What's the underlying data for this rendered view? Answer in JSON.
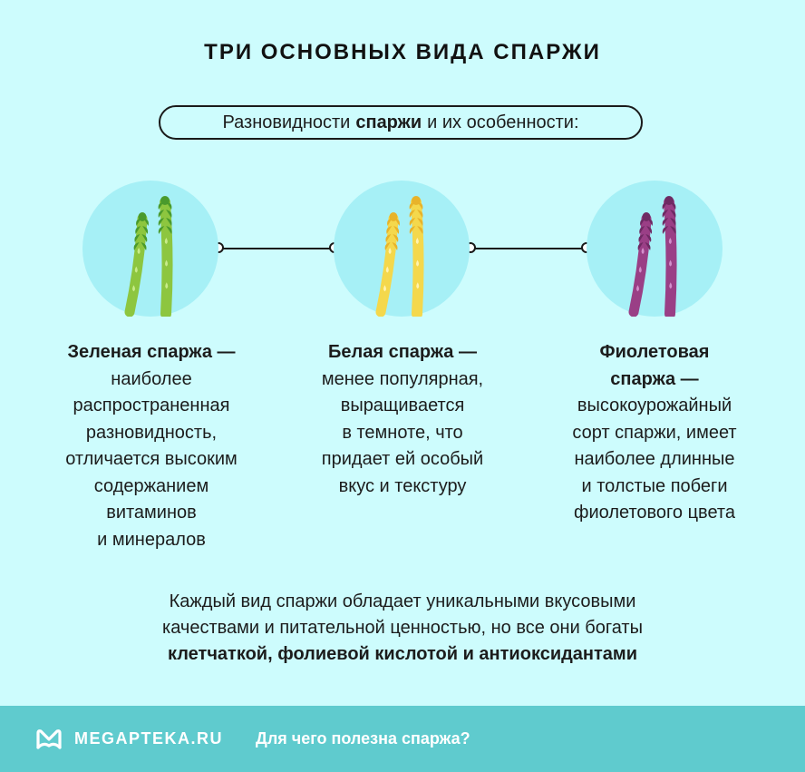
{
  "title": "ТРИ ОСНОВНЫХ ВИДА СПАРЖИ",
  "subtitle": {
    "before": "Разновидности",
    "bold": "спаржи",
    "after": "и их особенности:"
  },
  "types": [
    {
      "name": "Зеленая спаржа —",
      "lines": [
        "наиболее",
        "распространенная",
        "разновидность,",
        "отличается высоким",
        "содержанием",
        "витаминов",
        "и минералов"
      ],
      "colors": {
        "stem": "#8dc63f",
        "tip": "#4a9a2c",
        "spot": "#c9ec8b"
      }
    },
    {
      "name": "Белая спаржа —",
      "lines": [
        "менее популярная,",
        "выращивается",
        "в темноте, что",
        "придает ей особый",
        "вкус и текстуру"
      ],
      "colors": {
        "stem": "#f4d84c",
        "tip": "#e8b32a",
        "spot": "#fff3b0"
      }
    },
    {
      "name_lines": [
        "Фиолетовая",
        "спаржа —"
      ],
      "lines": [
        "высокоурожайный",
        "сорт спаржи, имеет",
        "наиболее длинные",
        "и толстые побеги",
        "фиолетового цвета"
      ],
      "colors": {
        "stem": "#9a3f86",
        "tip": "#6e2a63",
        "spot": "#d38ecb"
      }
    }
  ],
  "summary": {
    "line1": "Каждый вид спаржи обладает уникальными вкусовыми",
    "line2": "качествами и питательной ценностью, но все они богаты",
    "bold": "клетчаткой, фолиевой кислотой и антиоксидантами"
  },
  "footer": {
    "brand": "MEGAPTEKA.RU",
    "link": "Для чего полезна спаржа?"
  },
  "colors": {
    "background": "#cdfcfd",
    "circle": "#a6f0f6",
    "footer": "#5fcbce"
  }
}
